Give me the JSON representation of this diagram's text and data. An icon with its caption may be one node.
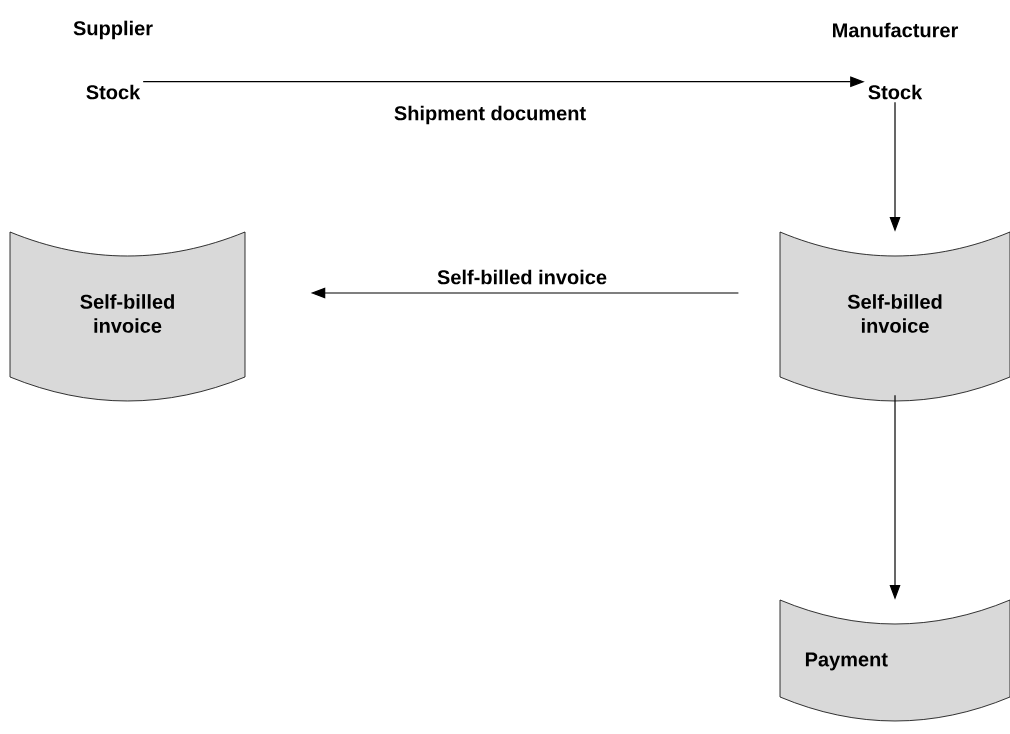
{
  "diagram": {
    "nodes": [
      {
        "text": [
          "Supplier"
        ]
      },
      {
        "text": [
          "Stock"
        ]
      },
      {
        "text": [
          "Manufacturer"
        ]
      },
      {
        "text": [
          "Stock"
        ]
      },
      {
        "text": [
          "Self-billed invoice"
        ]
      },
      {
        "text": [
          "Self-billed invoice"
        ]
      },
      {
        "text": [
          "Payment"
        ]
      }
    ],
    "edges": [
      {
        "from": 1,
        "to": 3,
        "arrow": "to",
        "label": "Shipment document"
      },
      {
        "from": 3,
        "to": 5,
        "arrow": "to"
      },
      {
        "from": 5,
        "to": 4,
        "arrow": "to",
        "label": "Self-billed invoice"
      },
      {
        "from": 5,
        "to": 6,
        "arrow": "to"
      }
    ]
  }
}
